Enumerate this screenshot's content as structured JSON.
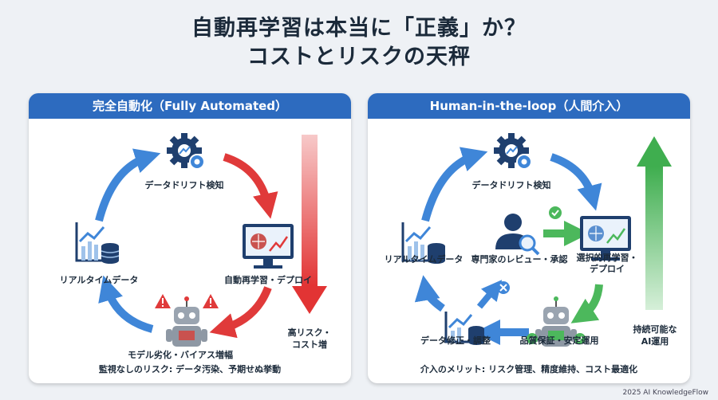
{
  "title": {
    "line1": "自動再学習は本当に「正義」か？",
    "line2": "コストとリスクの天秤"
  },
  "left_panel": {
    "header": "完全自動化（Fully Automated）",
    "drift": "データドリフト検知",
    "retrain": "自動再学習・デプロイ",
    "realtime": "リアルタイムデータ",
    "degrade": "モデル劣化・バイアス増幅",
    "risk_line1": "高リスク・",
    "risk_line2": "コスト増",
    "footer": "監視なしのリスク: データ汚染、予期せぬ挙動"
  },
  "right_panel": {
    "header": "Human-in-the-loop（人間介入）",
    "drift": "データドリフト検知",
    "realtime": "リアルタイムデータ",
    "expert": "専門家のレビュー・承認",
    "selective_line1": "選択的再学習・",
    "selective_line2": "デプロイ",
    "fix": "データ修正・調整",
    "qa": "品質保証・安定運用",
    "sustain_line1": "持続可能な",
    "sustain_line2": "AI運用",
    "footer": "介入のメリット: リスク管理、精度維持、コスト最適化"
  },
  "copyright": "2025 AI KnowledgeFlow",
  "colors": {
    "header_blue": "#2d6bbf",
    "arrow_blue": "#3f86d8",
    "arrow_red": "#e03a3a",
    "arrow_green": "#4cb85c",
    "navy": "#1f3f6e"
  },
  "icons": [
    "gear-chart-icon",
    "brain-monitor-icon",
    "data-chart-icon",
    "robot-warning-icon",
    "expert-search-icon",
    "robot-check-icon"
  ]
}
